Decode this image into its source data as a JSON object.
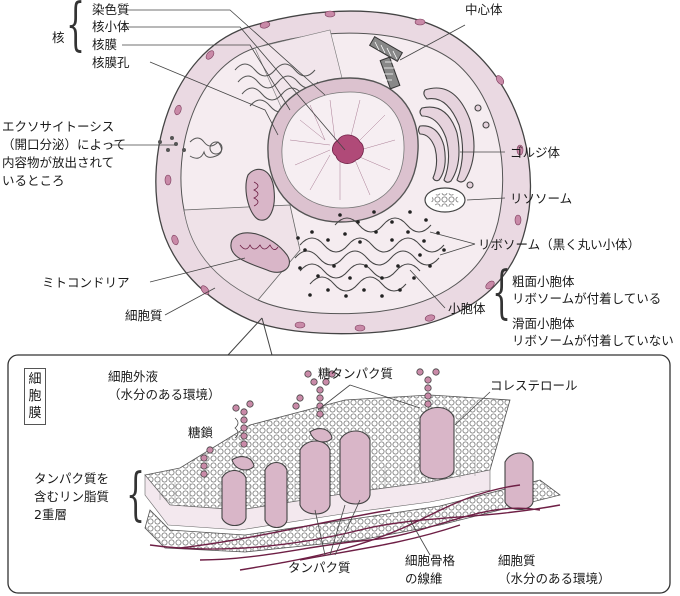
{
  "labels": {
    "nucleus": "核",
    "chromatin": "染色質",
    "nucleolus": "核小体",
    "nuclear_membrane": "核膜",
    "nuclear_pore": "核膜孔",
    "centrosome": "中心体",
    "exocytosis": "エクソサイトーシス\n（開口分泌）によって\n内容物が放出されて\nいるところ",
    "golgi": "ゴルジ体",
    "lysosome": "リソソーム",
    "ribosome": "リボソーム（黒く丸い小体）",
    "mitochondria": "ミトコンドリア",
    "cytoplasm": "細胞質",
    "er": "小胞体",
    "rough_er": "粗面小胞体",
    "rough_er_desc": "リボソームが付着している",
    "smooth_er": "滑面小胞体",
    "smooth_er_desc": "リボソームが付着していない",
    "cell_membrane_chars": [
      "細",
      "胞",
      "膜"
    ],
    "extracellular": "細胞外液\n（水分のある環境）",
    "glycoprotein": "糖タンパク質",
    "cholesterol": "コレステロール",
    "sugar_chain": "糖鎖",
    "bilayer": "タンパク質を\n含むリン脂質\n2重層",
    "protein": "タンパク質",
    "cytoskeleton": "細胞骨格\nの線維",
    "cytoplasm_env": "細胞質\n（水分のある環境）"
  },
  "colors": {
    "membrane_fill": "#ecdde5",
    "cytoplasm_fill": "#f6eef2",
    "protein_fill": "#d9b6c8",
    "nucleolus_fill": "#b04a78",
    "fiber": "#6e1f45",
    "line": "#444444"
  }
}
